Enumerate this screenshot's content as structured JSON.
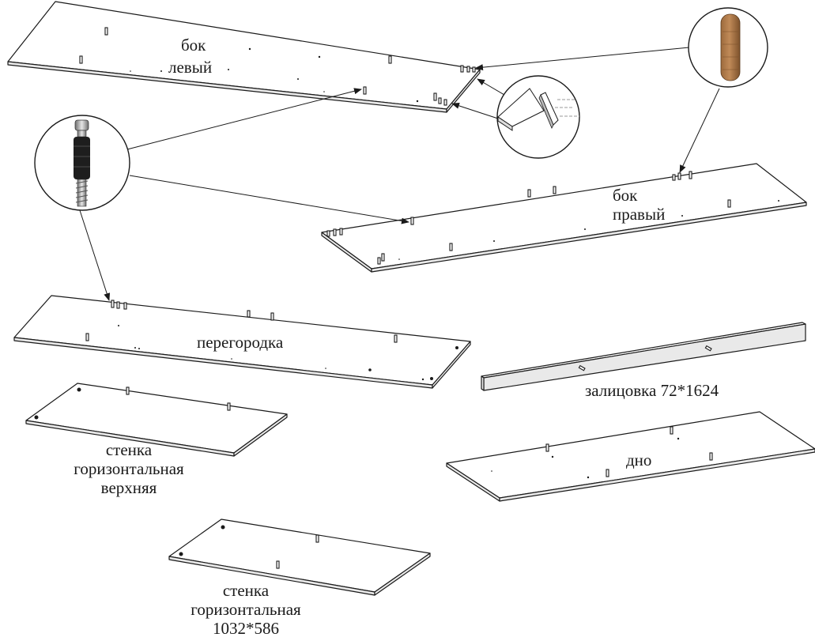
{
  "labels": {
    "left_side": {
      "line1": "бок",
      "line2": "левый"
    },
    "right_side": {
      "line1": "бок",
      "line2": "правый"
    },
    "partition": "перегородка",
    "trim": "залицовка 72*1624",
    "bottom": "дно",
    "top_wall": {
      "line1": "стенка",
      "line2": "горизонтальная",
      "line3": "верхняя"
    },
    "horizontal_wall": {
      "line1": "стенка",
      "line2": "горизонтальная",
      "line3": "1032*586"
    }
  },
  "callouts": [
    {
      "name": "wooden-dowel-icon",
      "part": "wooden dowel"
    },
    {
      "name": "cam-connector-icon",
      "part": "cam connector"
    },
    {
      "name": "corner-joint-icon",
      "part": "corner joint detail"
    }
  ]
}
